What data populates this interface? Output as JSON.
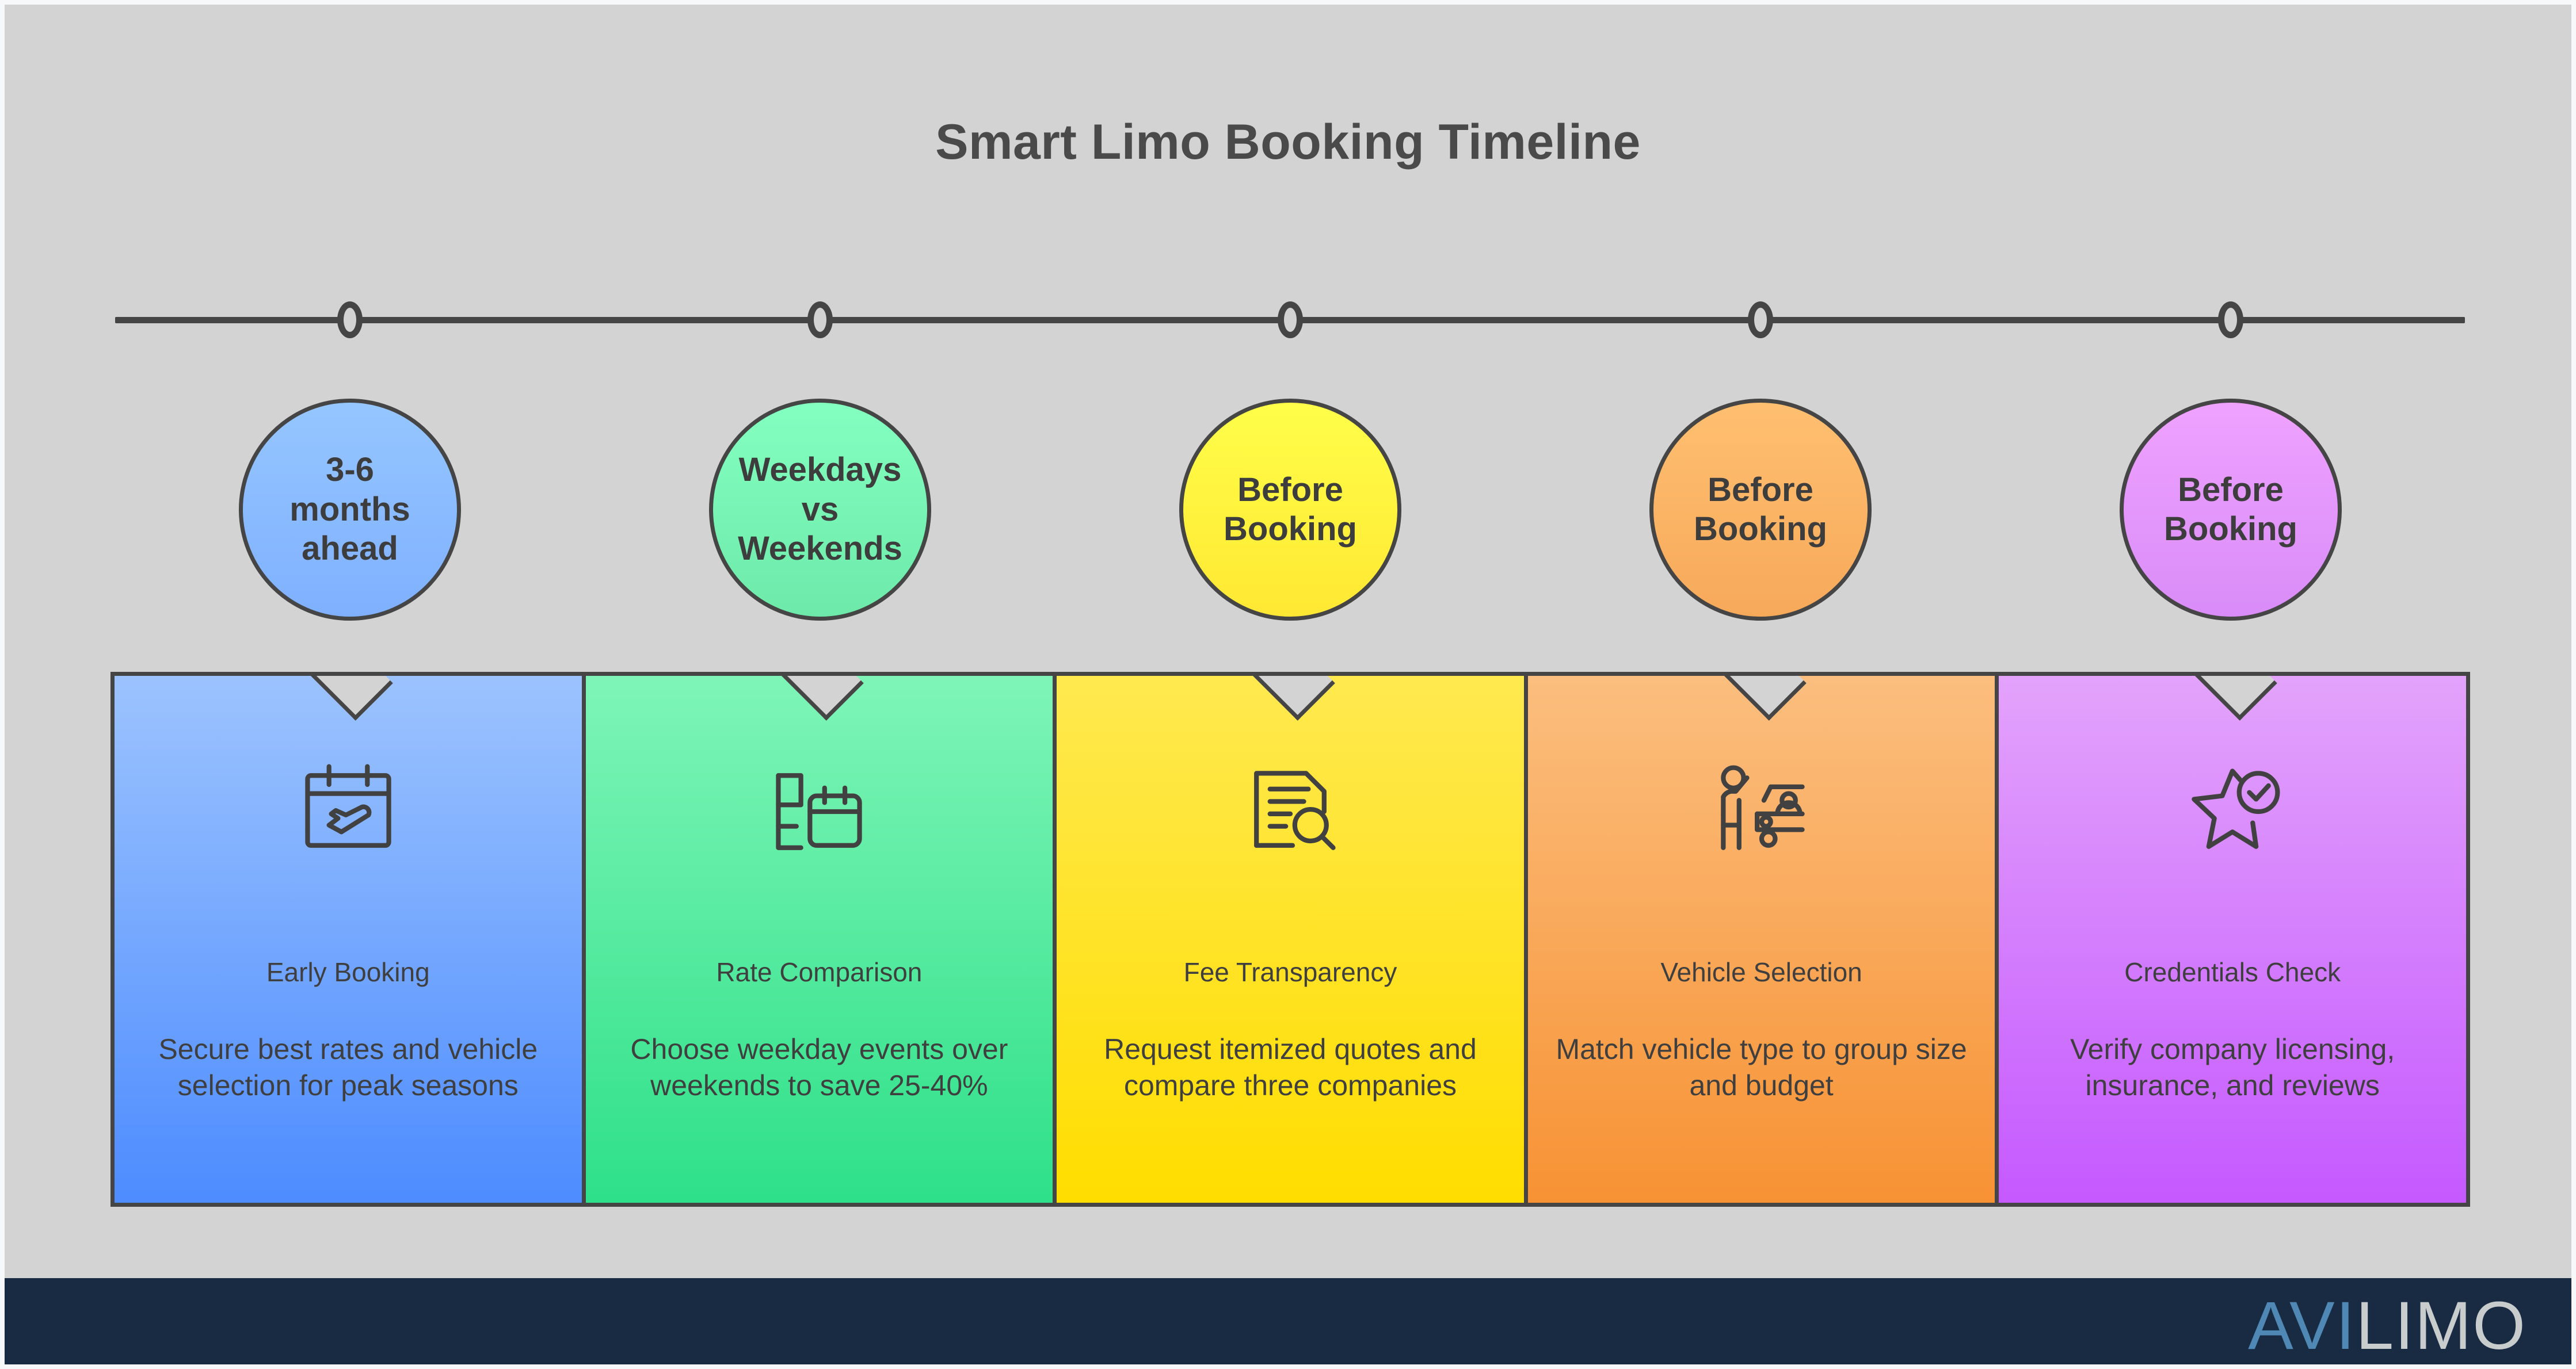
{
  "title": "Smart Limo Booking Timeline",
  "background_color": "#d3d3d3",
  "accent_outline_color": "#454545",
  "timeline": {
    "node_count": 5,
    "nodes": [
      {
        "label": "3-6\nmonths\nahead",
        "color": "#7fb0ff"
      },
      {
        "label": "Weekdays\nvs\nWeekends",
        "color": "#6deaaa"
      },
      {
        "label": "Before\nBooking",
        "color": "#ffe833"
      },
      {
        "label": "Before\nBooking",
        "color": "#f7a95a"
      },
      {
        "label": "Before\nBooking",
        "color": "#d98cf7"
      }
    ]
  },
  "panels": [
    {
      "icon": "calendar-airplane-icon",
      "title": "Early Booking",
      "description": "Secure best rates and vehicle selection for peak seasons",
      "color_top": "#9cc3fe",
      "color_bottom": "#4d8cff"
    },
    {
      "icon": "chart-calendar-icon",
      "title": "Rate Comparison",
      "description": "Choose weekday events over weekends to save 25-40%",
      "color_top": "#7ef5b7",
      "color_bottom": "#2ee089"
    },
    {
      "icon": "document-search-icon",
      "title": "Fee Transparency",
      "description": "Request itemized quotes and compare three companies",
      "color_top": "#ffe94f",
      "color_bottom": "#ffdd00"
    },
    {
      "icon": "person-hailing-car-icon",
      "title": "Vehicle Selection",
      "description": "Match vehicle type to group size and budget",
      "color_top": "#fbbe7e",
      "color_bottom": "#f79234"
    },
    {
      "icon": "star-check-icon",
      "title": "Credentials Check",
      "description": "Verify company licensing, insurance, and reviews",
      "color_top": "#e3a3fb",
      "color_bottom": "#c559ff"
    }
  ],
  "footer": {
    "background_color": "#182b42",
    "logo_part_one": "AVI",
    "logo_part_two": "LIMO",
    "logo_part_one_color": "#4f88b5",
    "logo_part_two_color": "#c9cccd"
  }
}
